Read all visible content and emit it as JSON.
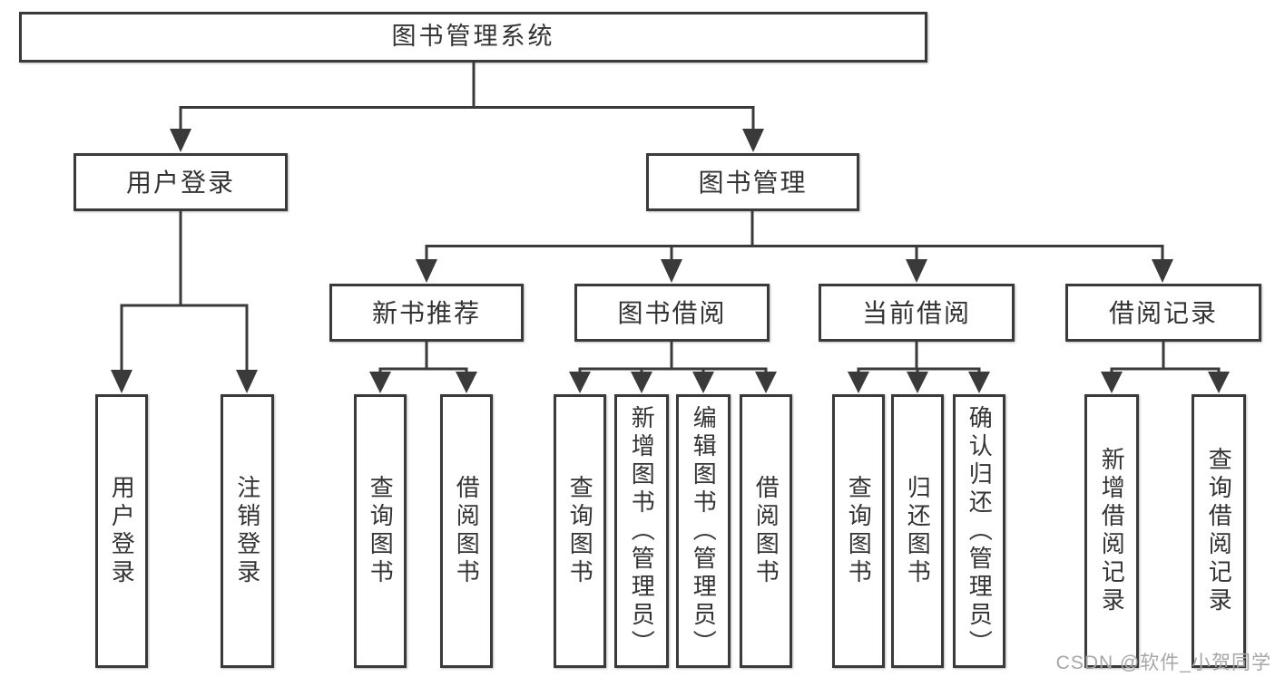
{
  "colors": {
    "background": "#ffffff",
    "line": "#3a3a3a",
    "box_border": "#3a3a3a",
    "text": "#333333",
    "watermark": "#a6a6a6"
  },
  "watermark": {
    "text": "CSDN @软件_小贺同学"
  },
  "diagram": {
    "root": {
      "label": "图书管理系统"
    },
    "branches": [
      {
        "label": "用户登录",
        "children": [
          {
            "label": "用户登录"
          },
          {
            "label": "注销登录"
          }
        ]
      },
      {
        "label": "图书管理",
        "children": [
          {
            "label": "新书推荐",
            "children": [
              {
                "label": "查询图书"
              },
              {
                "label": "借阅图书"
              }
            ]
          },
          {
            "label": "图书借阅",
            "children": [
              {
                "label": "查询图书"
              },
              {
                "label": "新增图书（管理员）"
              },
              {
                "label": "编辑图书（管理员）"
              },
              {
                "label": "借阅图书"
              }
            ]
          },
          {
            "label": "当前借阅",
            "children": [
              {
                "label": "查询图书"
              },
              {
                "label": "归还图书"
              },
              {
                "label": "确认归还（管理员）"
              }
            ]
          },
          {
            "label": "借阅记录",
            "children": [
              {
                "label": "新增借阅记录"
              },
              {
                "label": "查询借阅记录"
              }
            ]
          }
        ]
      }
    ]
  }
}
